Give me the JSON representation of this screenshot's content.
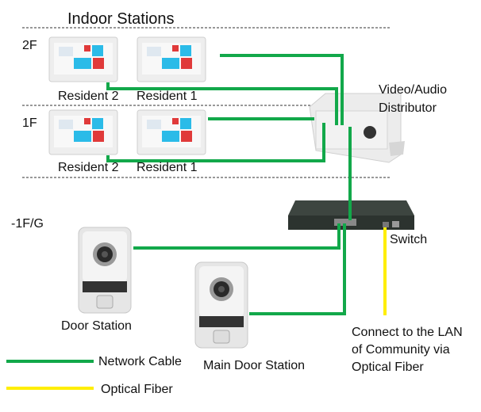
{
  "title": "Indoor Stations",
  "floors": {
    "f2": "2F",
    "f1": "1F",
    "basement": "-1F/G"
  },
  "indoor_stations": {
    "f2_left": "Resident 2",
    "f2_right": "Resident 1",
    "f1_left": "Resident 2",
    "f1_right": "Resident 1"
  },
  "distributor": {
    "line1": "Video/Audio",
    "line2": "Distributor"
  },
  "switch_label": "Switch",
  "door_station": "Door Station",
  "main_door_station": "Main Door Station",
  "lan_note": {
    "line1": "Connect to the LAN",
    "line2": "of Community via",
    "line3": "Optical Fiber"
  },
  "legend": {
    "network": "Network Cable",
    "fiber": "Optical Fiber"
  },
  "colors": {
    "network": "#12a84a",
    "fiber": "#ffee00",
    "tile_blue": "#2bbbe8",
    "tile_red": "#e03a3a"
  }
}
